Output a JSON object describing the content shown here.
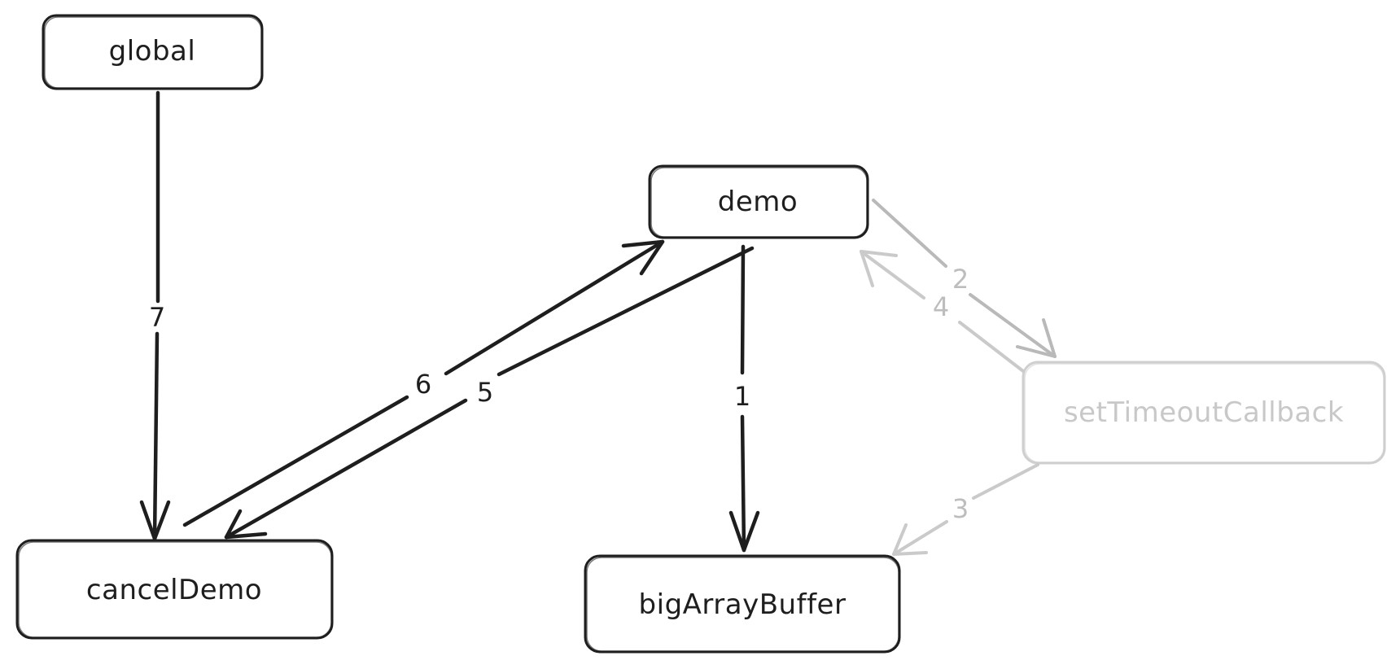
{
  "nodes": {
    "global": "global",
    "demo": "demo",
    "setTimeoutCallback": "setTimeoutCallback",
    "cancelDemo": "cancelDemo",
    "bigArrayBuffer": "bigArrayBuffer"
  },
  "edges": [
    {
      "from": "demo",
      "to": "bigArrayBuffer",
      "label": "1"
    },
    {
      "from": "demo",
      "to": "setTimeoutCallback",
      "label": "2",
      "faded": true
    },
    {
      "from": "setTimeoutCallback",
      "to": "bigArrayBuffer",
      "label": "3",
      "faded": true
    },
    {
      "from": "setTimeoutCallback",
      "to": "demo",
      "label": "4",
      "faded": true
    },
    {
      "from": "demo",
      "to": "cancelDemo",
      "label": "5"
    },
    {
      "from": "cancelDemo",
      "to": "demo",
      "label": "6"
    },
    {
      "from": "global",
      "to": "cancelDemo",
      "label": "7"
    }
  ],
  "colors": {
    "stroke": "#1e1e1e",
    "faded_stroke": "#c4c4c4",
    "faded_text": "#c8c8c8",
    "background": "#ffffff"
  }
}
